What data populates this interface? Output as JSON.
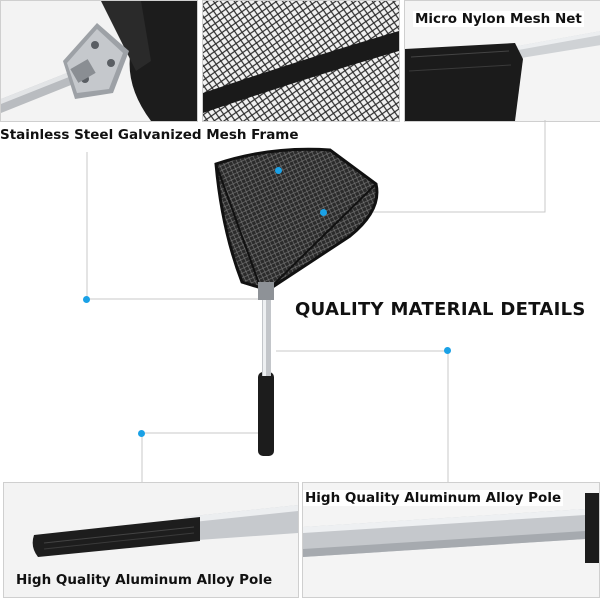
{
  "headline": "QUALITY MATERIAL DETAILS",
  "callouts": {
    "mesh_net": "Micro Nylon Mesh Net",
    "mesh_frame": "Stainless Steel Galvanized Mesh Frame",
    "pole_right": "High Quality Aluminum Alloy Pole",
    "pole_left": "High Quality Aluminum Alloy Pole"
  },
  "colors": {
    "accent_dot": "#1aa1e6",
    "leader_line": "#c9c9c9",
    "net_black": "#1a1a1a",
    "aluminum": "#c9ccd0"
  }
}
